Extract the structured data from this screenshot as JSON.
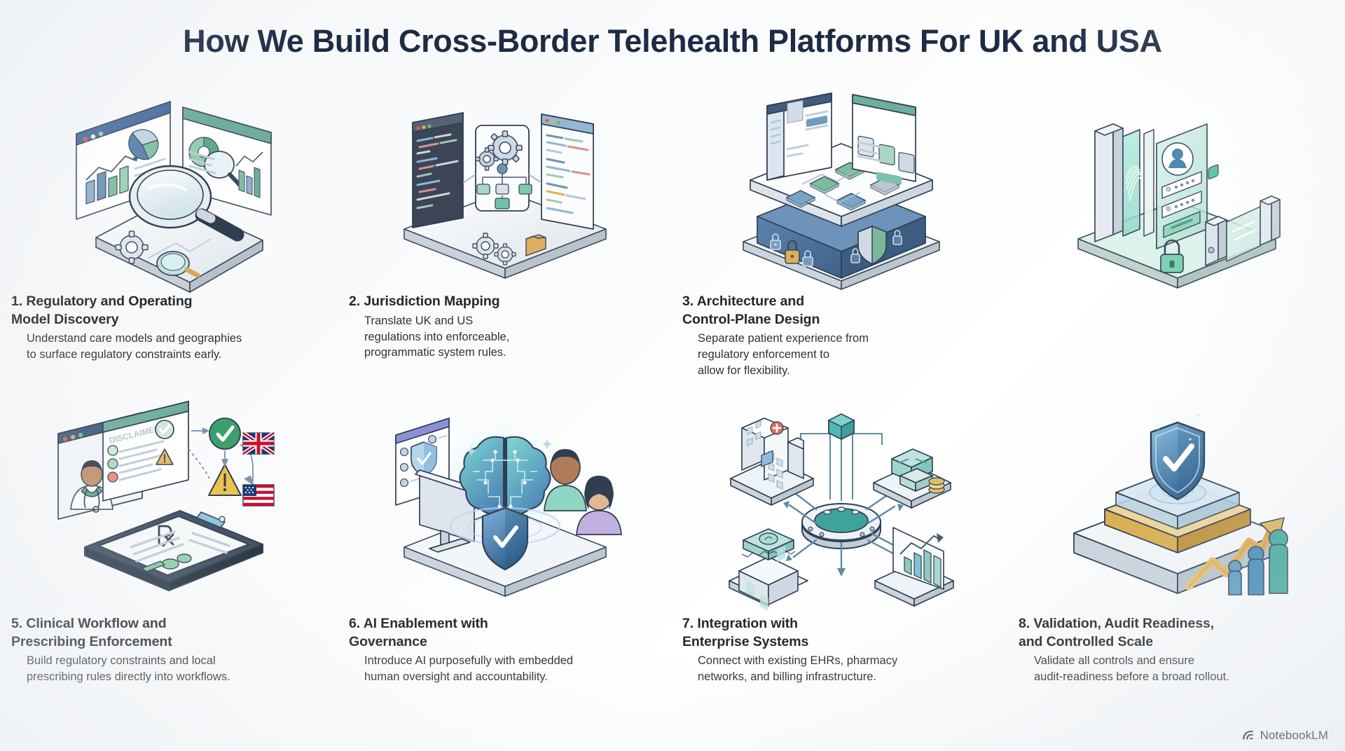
{
  "title": "How We Build Cross-Border Telehealth Platforms For UK and USA",
  "watermark": {
    "label": "NotebookLM",
    "icon": "notebooklm-icon"
  },
  "colors": {
    "title": "#1d2b45",
    "heading": "#25282b",
    "body": "#2f3336",
    "accent_blue": "#4a6f9e",
    "accent_teal": "#5aa9a0",
    "accent_green": "#63b48c",
    "accent_amber": "#d9a441",
    "accent_red": "#d95f52",
    "panel_dark": "#3b4556",
    "background": "#f6f8fa"
  },
  "steps": [
    {
      "number": "1.",
      "heading": "Regulatory and Operating\nModel Discovery",
      "body": "Understand care models and geographies\nto surface regulatory constraints early.",
      "art": "dashboard-magnifier-illustration"
    },
    {
      "number": "2.",
      "heading": "Jurisdiction Mapping",
      "body": "Translate UK and US\nregulations into enforceable,\nprogrammatic system rules.",
      "art": "code-panels-gears-illustration"
    },
    {
      "number": "3.",
      "heading": "Architecture and\nControl-Plane Design",
      "body": "Separate patient experience from\nregulatory enforcement to\nallow for flexibility.",
      "art": "layered-platform-locks-illustration"
    },
    {
      "number": "",
      "heading": "",
      "body": "",
      "art": "identity-gate-fingerprint-illustration"
    },
    {
      "number": "5.",
      "heading": "Clinical Workflow and\nPrescribing Enforcement",
      "body": "Build regulatory constraints and local\nprescribing rules directly into workflows.",
      "art": "clinician-clipboard-flags-illustration"
    },
    {
      "number": "6.",
      "heading": "AI Enablement with\nGovernance",
      "body": "Introduce AI purposefully with embedded\nhuman oversight and accountability.",
      "art": "ai-brain-governance-illustration"
    },
    {
      "number": "7.",
      "heading": "Integration with\nEnterprise Systems",
      "body": "Connect with existing EHRs, pharmacy\nnetworks, and billing infrastructure.",
      "art": "integration-hub-illustration"
    },
    {
      "number": "8.",
      "heading": "Validation, Audit Readiness,\nand Controlled Scale",
      "body": "Validate all controls and ensure\naudit-readiness before a broad rollout.",
      "art": "shield-growth-scale-illustration"
    }
  ]
}
